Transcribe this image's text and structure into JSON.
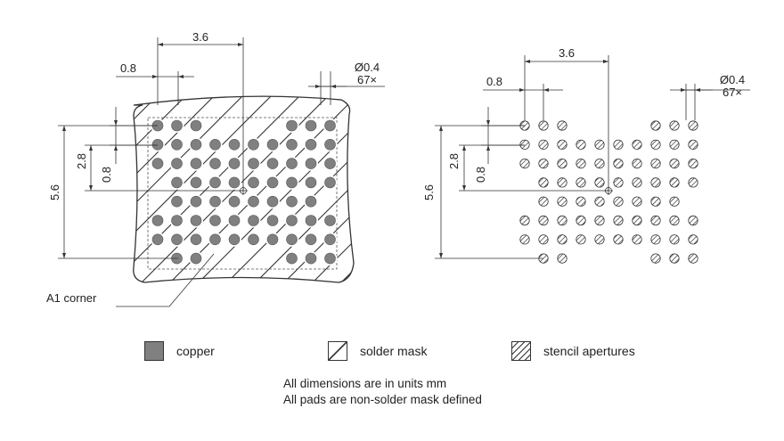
{
  "left": {
    "dim_top": "3.6",
    "dim_pitch": "0.8",
    "dim_diameter": "Ø0.4",
    "dim_count": "67×",
    "dim_vertical_large": "5.6",
    "dim_vertical_medium": "2.8",
    "dim_vertical_small": "0.8",
    "callout": "A1 corner"
  },
  "right": {
    "dim_top": "3.6",
    "dim_pitch": "0.8",
    "dim_diameter": "Ø0.4",
    "dim_count": "67×",
    "dim_vertical_large": "5.6",
    "dim_vertical_medium": "2.8",
    "dim_vertical_small": "0.8"
  },
  "legend": {
    "copper": "copper",
    "solder_mask": "solder mask",
    "stencil": "stencil apertures"
  },
  "notes": {
    "line1": "All dimensions are in units mm",
    "line2": "All pads are non-solder mask defined"
  },
  "colors": {
    "copper": "#808080",
    "line": "#333333"
  },
  "pad_pattern": [
    [
      1,
      1,
      1,
      0,
      0,
      0,
      0,
      1,
      1,
      1
    ],
    [
      1,
      1,
      1,
      1,
      1,
      1,
      1,
      1,
      1,
      1
    ],
    [
      1,
      1,
      1,
      1,
      1,
      1,
      1,
      1,
      1,
      1
    ],
    [
      0,
      1,
      1,
      1,
      1,
      1,
      1,
      1,
      1,
      1
    ],
    [
      0,
      1,
      1,
      1,
      1,
      1,
      1,
      1,
      1,
      0
    ],
    [
      1,
      1,
      1,
      1,
      1,
      1,
      1,
      1,
      1,
      1
    ],
    [
      1,
      1,
      1,
      1,
      1,
      1,
      1,
      1,
      1,
      1
    ],
    [
      0,
      1,
      1,
      0,
      0,
      0,
      0,
      1,
      1,
      1
    ]
  ]
}
